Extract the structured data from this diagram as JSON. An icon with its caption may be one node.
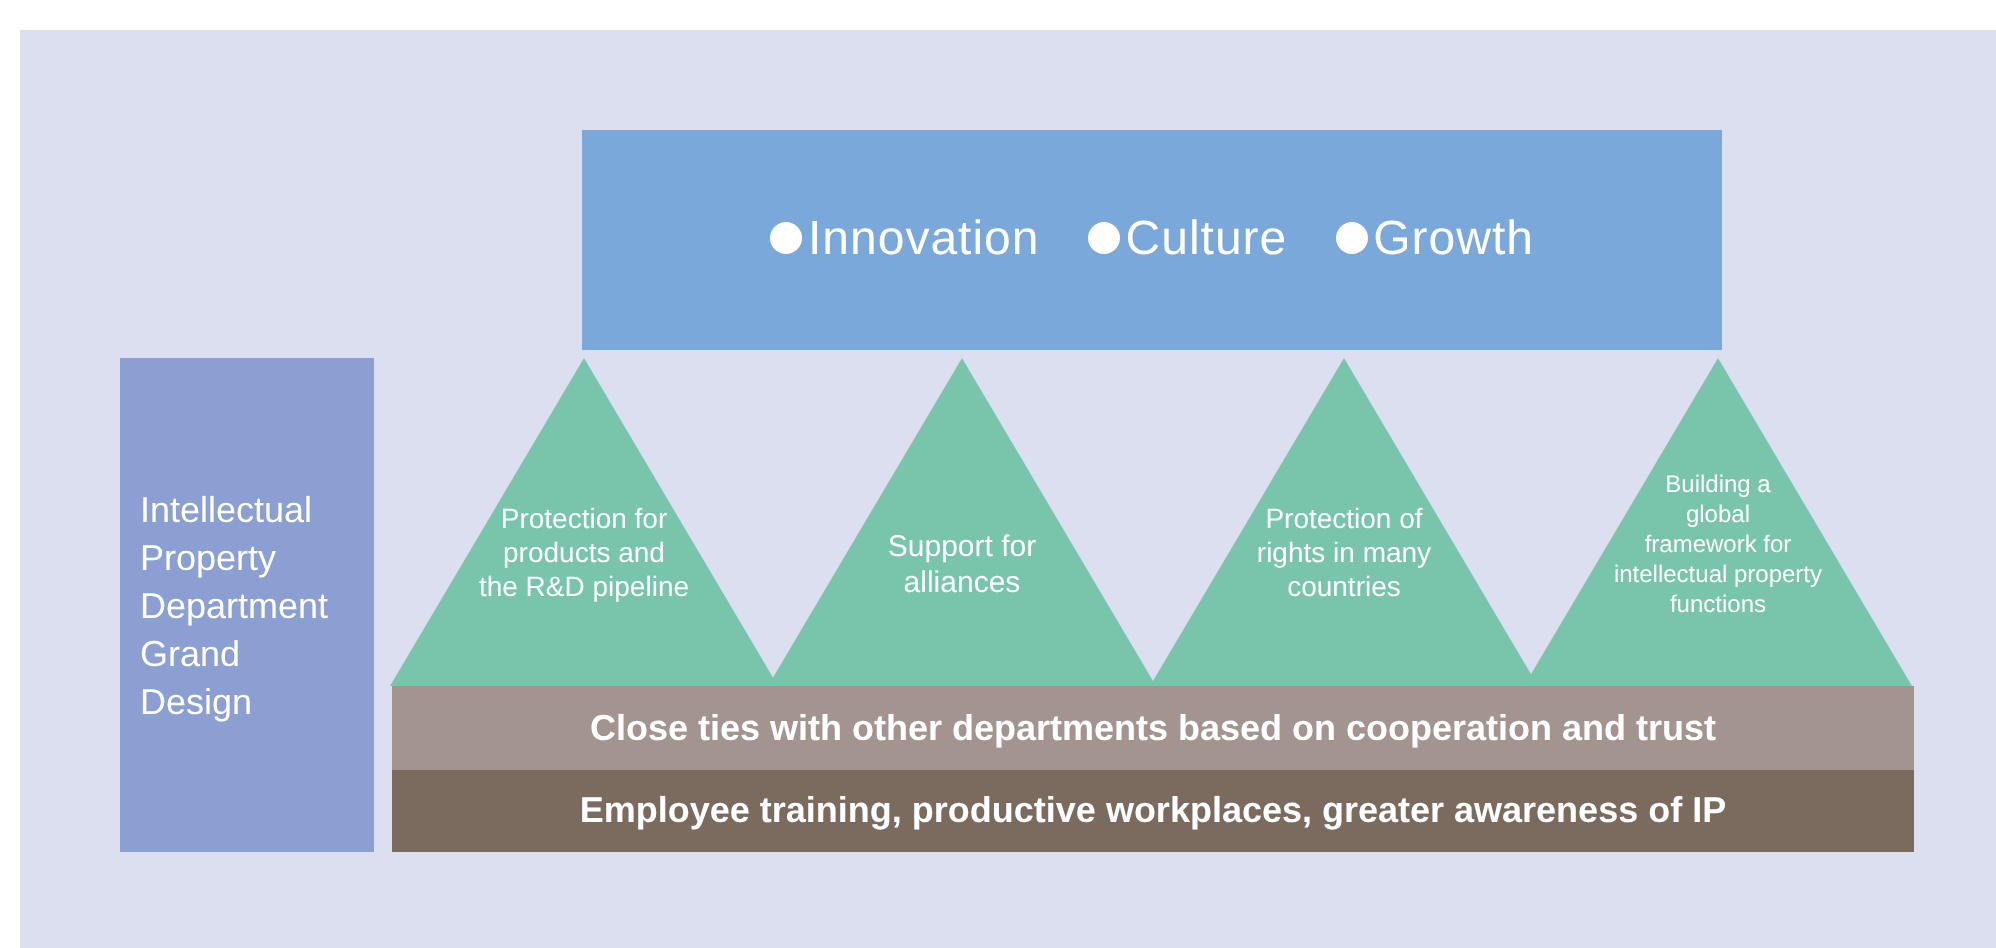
{
  "diagram": {
    "nodes": [
      {
        "text": [
          "Innovation",
          "Culture",
          "Growth"
        ]
      },
      {
        "text": [
          "Intellectual Property Department Grand Design"
        ]
      },
      {
        "text": [
          "Protection for products and the R&D pipeline"
        ]
      },
      {
        "text": [
          "Support for alliances"
        ]
      },
      {
        "text": [
          "Protection of rights in many countries"
        ]
      },
      {
        "text": [
          "Building a global framework for intellectual property functions"
        ]
      },
      {
        "text": [
          "Close ties with other departments based on cooperation and trust"
        ]
      },
      {
        "text": [
          "Employee training, productive workplaces, greater awareness of IP"
        ]
      }
    ]
  }
}
